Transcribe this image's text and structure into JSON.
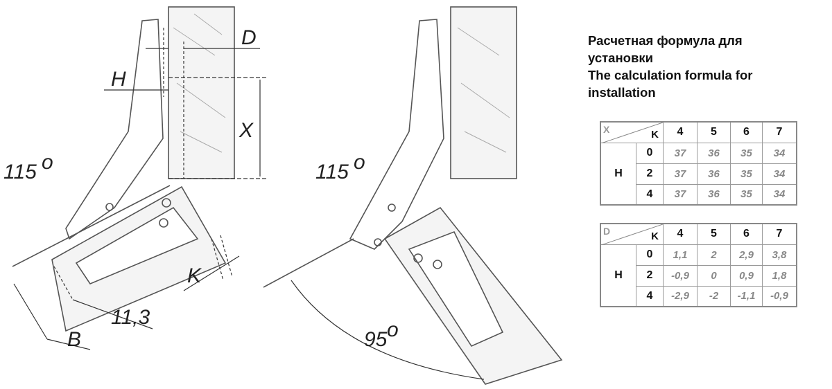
{
  "title_lines": [
    "Расчетная формула для",
    "установки",
    "The calculation formula for",
    "installation"
  ],
  "diagram_labels": {
    "d": "D",
    "h": "H",
    "x": "X",
    "k": "K",
    "b": "B",
    "offset": "11,3",
    "angle_left": "115",
    "angle_right": "115",
    "angle_open": "95",
    "degree": "o"
  },
  "table_x": {
    "corner_label": "X",
    "col_axis": "K",
    "row_axis": "H",
    "columns": [
      "4",
      "5",
      "6",
      "7"
    ],
    "rows": [
      {
        "h": "0",
        "values": [
          "37",
          "36",
          "35",
          "34"
        ]
      },
      {
        "h": "2",
        "values": [
          "37",
          "36",
          "35",
          "34"
        ]
      },
      {
        "h": "4",
        "values": [
          "37",
          "36",
          "35",
          "34"
        ]
      }
    ]
  },
  "table_d": {
    "corner_label": "D",
    "col_axis": "K",
    "row_axis": "H",
    "columns": [
      "4",
      "5",
      "6",
      "7"
    ],
    "rows": [
      {
        "h": "0",
        "values": [
          "1,1",
          "2",
          "2,9",
          "3,8"
        ]
      },
      {
        "h": "2",
        "values": [
          "-0,9",
          "0",
          "0,9",
          "1,8"
        ]
      },
      {
        "h": "4",
        "values": [
          "-2,9",
          "-2",
          "-1,1",
          "-0,9"
        ]
      }
    ]
  }
}
